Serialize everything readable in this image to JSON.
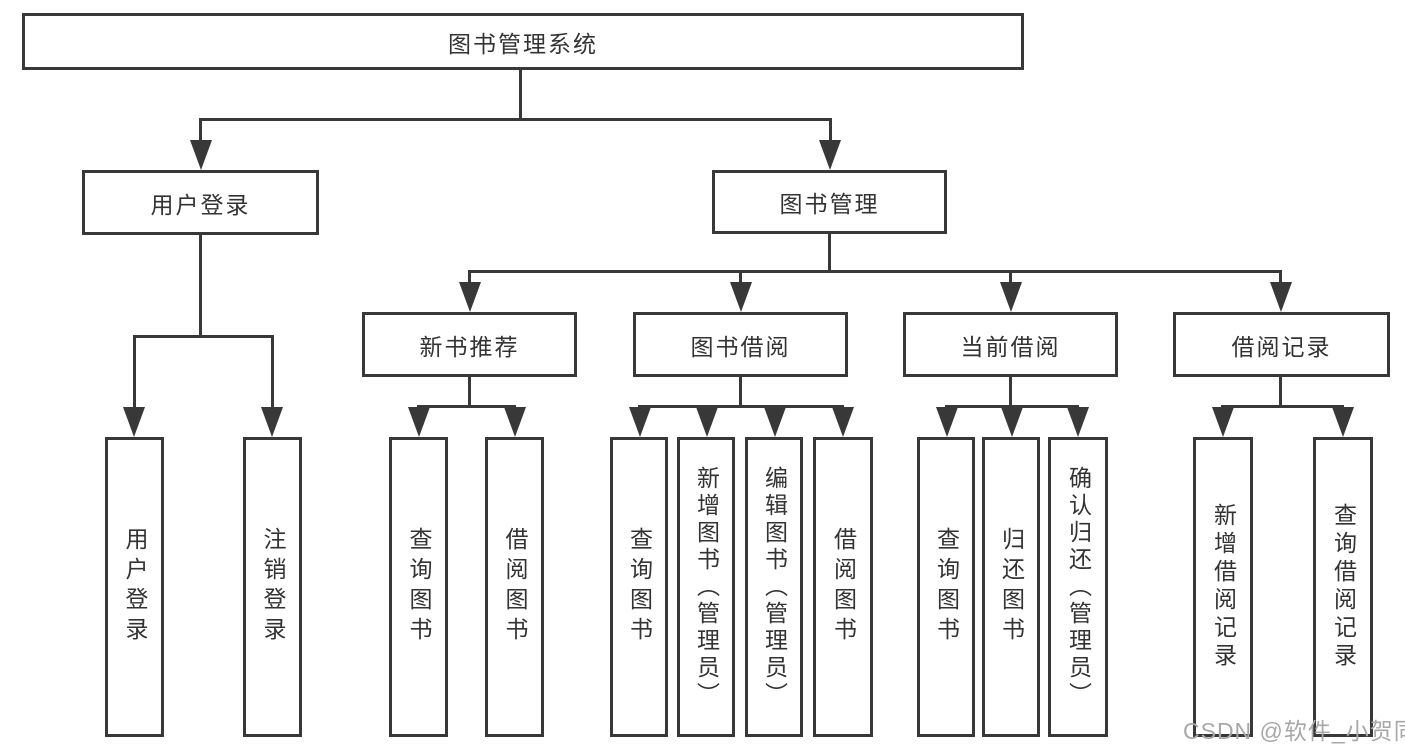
{
  "tree": {
    "root": {
      "label": "图书管理系统"
    },
    "branches": [
      {
        "label": "用户登录",
        "children": [
          {
            "label": "用户登录"
          },
          {
            "label": "注销登录"
          }
        ]
      },
      {
        "label": "图书管理",
        "children": [
          {
            "label": "新书推荐",
            "children": [
              {
                "label": "查询图书"
              },
              {
                "label": "借阅图书"
              }
            ]
          },
          {
            "label": "图书借阅",
            "children": [
              {
                "label": "查询图书"
              },
              {
                "label": "新增图书（管理员）"
              },
              {
                "label": "编辑图书（管理员）"
              },
              {
                "label": "借阅图书"
              }
            ]
          },
          {
            "label": "当前借阅",
            "children": [
              {
                "label": "查询图书"
              },
              {
                "label": "归还图书"
              },
              {
                "label": "确认归还（管理员）"
              }
            ]
          },
          {
            "label": "借阅记录",
            "children": [
              {
                "label": "新增借阅记录"
              },
              {
                "label": "查询借阅记录"
              }
            ]
          }
        ]
      }
    ]
  },
  "watermark": {
    "text": "CSDN @软件_小贺同学"
  },
  "colors": {
    "line": "#383838",
    "box_border": "#383838",
    "text": "#333333",
    "watermark": "#a8a8a8",
    "background": "#ffffff"
  }
}
